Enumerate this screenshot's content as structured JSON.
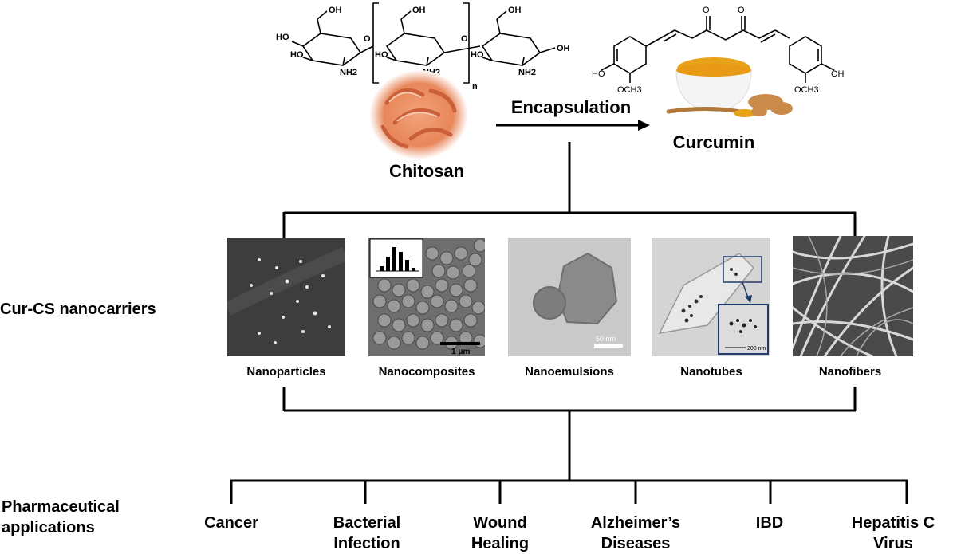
{
  "chitosan": {
    "name": "Chitosan",
    "groups": [
      "OH",
      "HO",
      "HO",
      "NH2",
      "O",
      "OH",
      "HO",
      "NH2",
      "O",
      "OH",
      "HO",
      "NH2",
      "OH"
    ],
    "repeat_subscript": "n"
  },
  "encapsulation_label": "Encapsulation",
  "curcumin": {
    "name": "Curcumin",
    "groups": [
      "O",
      "O",
      "HO",
      "OCH3",
      "OCH3",
      "OH"
    ]
  },
  "row_labels": {
    "nanocarriers": "Cur-CS nanocarriers",
    "pharma_line1": "Pharmaceutical",
    "pharma_line2": "applications"
  },
  "nanocarriers": [
    {
      "label": "Nanoparticles"
    },
    {
      "label": "Nanocomposites",
      "scale": "1 μm"
    },
    {
      "label": "Nanoemulsions",
      "scale": "50 nm"
    },
    {
      "label": "Nanotubes",
      "scale": "200 nm"
    },
    {
      "label": "Nanofibers"
    }
  ],
  "applications": [
    {
      "line1": "Cancer",
      "line2": ""
    },
    {
      "line1": "Bacterial",
      "line2": "Infection"
    },
    {
      "line1": "Wound",
      "line2": "Healing"
    },
    {
      "line1": "Alzheimer’s",
      "line2": "Diseases"
    },
    {
      "line1": "IBD",
      "line2": ""
    },
    {
      "line1": "Hepatitis C",
      "line2": "Virus"
    }
  ],
  "colors": {
    "line": "#000000",
    "shrimp": "#e8875a",
    "turmeric": "#e8a21a",
    "sem_dark": "#3a3a3a",
    "tem_bg": "#c8c8c8"
  }
}
